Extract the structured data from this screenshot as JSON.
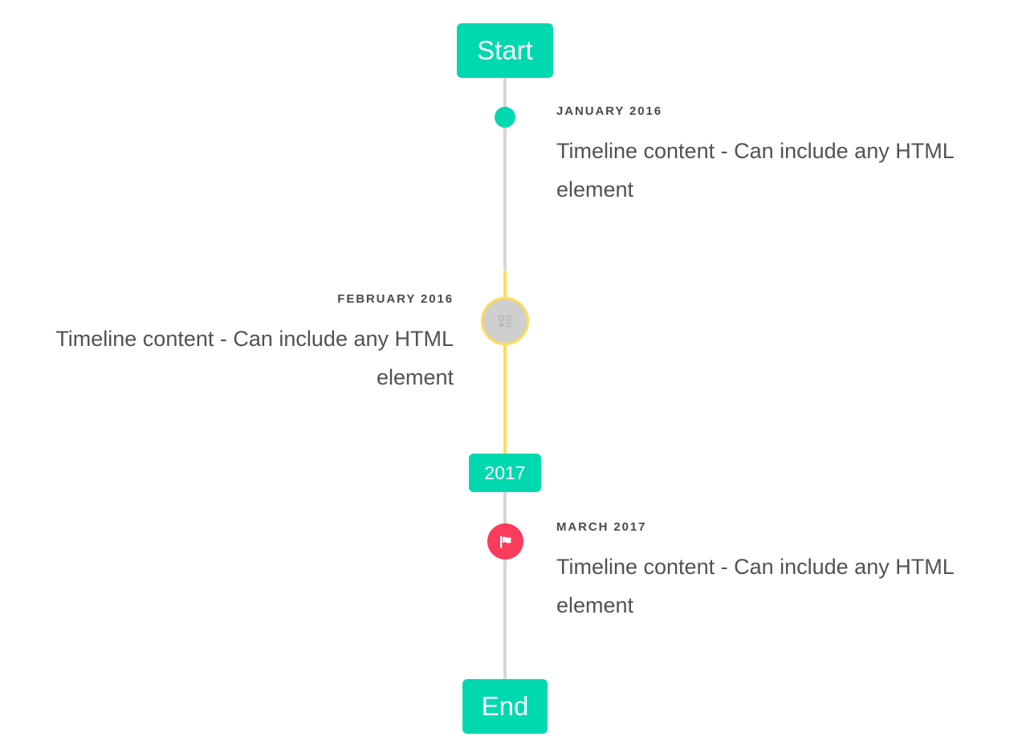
{
  "timeline": {
    "start_label": "Start",
    "mid_label": "2017",
    "end_label": "End",
    "colors": {
      "accent_teal": "#00d8b0",
      "line_gray": "#d5d5d5",
      "line_yellow": "#ffdd57",
      "marker_gray": "#cfcfcf",
      "marker_pink": "#fb3b5c",
      "date_text": "#4a4a4a",
      "body_text": "#525252",
      "background": "#ffffff"
    },
    "entries": [
      {
        "date": "JANUARY 2016",
        "body": "Timeline content - Can include any HTML element",
        "side": "right",
        "marker": "dot-icon"
      },
      {
        "date": "FEBRUARY 2016",
        "body": "Timeline content - Can include any HTML element",
        "side": "left",
        "marker": "placeholder-glyph-icon"
      },
      {
        "date": "MARCH 2017",
        "body": "Timeline content - Can include any HTML element",
        "side": "right",
        "marker": "flag-icon"
      }
    ]
  }
}
